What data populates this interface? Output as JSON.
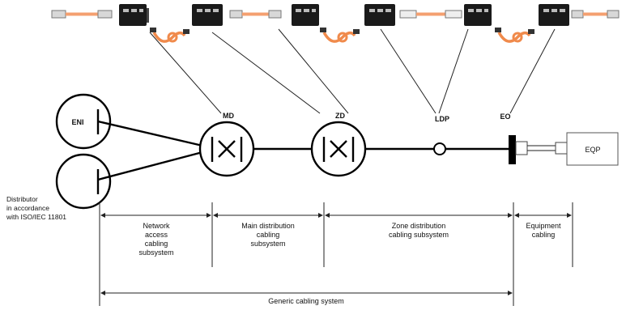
{
  "nodes": {
    "eni": "ENI",
    "md": "MD",
    "zd": "ZD",
    "ldp": "LDP",
    "eo": "EO",
    "eqp": "EQP"
  },
  "distributor_note": [
    "Distributor",
    "in accordance",
    "with ISO/IEC 11801"
  ],
  "subsystems": {
    "network_access": [
      "Network",
      "access",
      "cabling",
      "subsystem"
    ],
    "main_distribution": [
      "Main distribution",
      "cabling",
      "subsystem"
    ],
    "zone_distribution": [
      "Zone distribution",
      "cabling subsystem"
    ],
    "equipment": [
      "Equipment",
      "cabling"
    ]
  },
  "generic_system": "Generic cabling system",
  "colors": {
    "patch_cord": "#f08a4b",
    "cable_jacket": "#f4a070",
    "connector_body": "#cfcfcf",
    "panel": "#1a1a1a"
  }
}
